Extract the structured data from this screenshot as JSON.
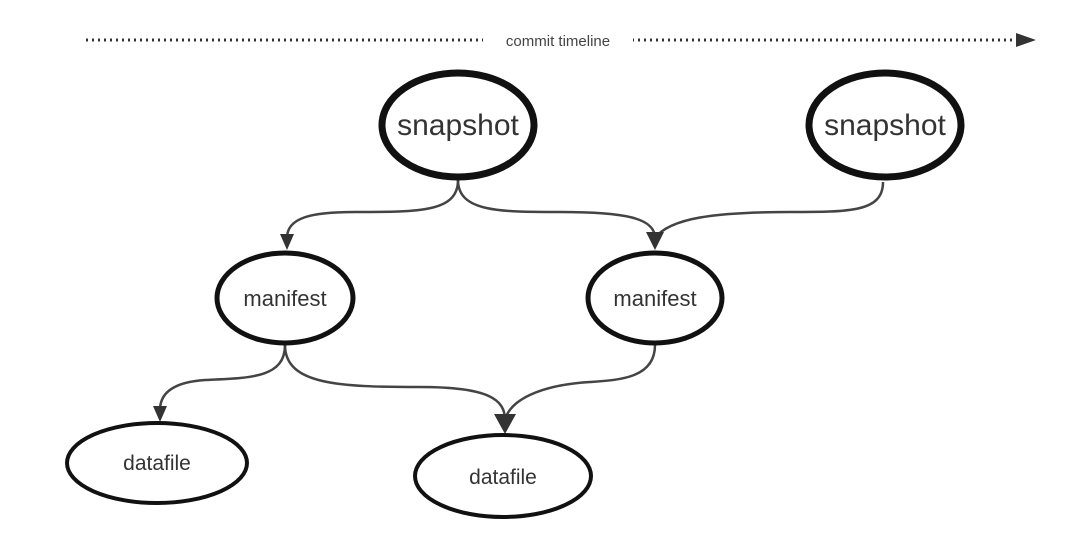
{
  "timeline": {
    "label": "commit timeline"
  },
  "nodes": {
    "snapshot_1": {
      "label": "snapshot"
    },
    "snapshot_2": {
      "label": "snapshot"
    },
    "manifest_1": {
      "label": "manifest"
    },
    "manifest_2": {
      "label": "manifest"
    },
    "datafile_1": {
      "label": "datafile"
    },
    "datafile_2": {
      "label": "datafile"
    }
  },
  "edges": [
    {
      "from": "snapshot_1",
      "to": "manifest_1"
    },
    {
      "from": "snapshot_1",
      "to": "manifest_2"
    },
    {
      "from": "snapshot_2",
      "to": "manifest_2"
    },
    {
      "from": "manifest_1",
      "to": "datafile_1"
    },
    {
      "from": "manifest_1",
      "to": "datafile_2"
    },
    {
      "from": "manifest_2",
      "to": "datafile_2"
    }
  ],
  "colors": {
    "stroke": "#111111",
    "edge": "#444444",
    "text": "#333333"
  }
}
